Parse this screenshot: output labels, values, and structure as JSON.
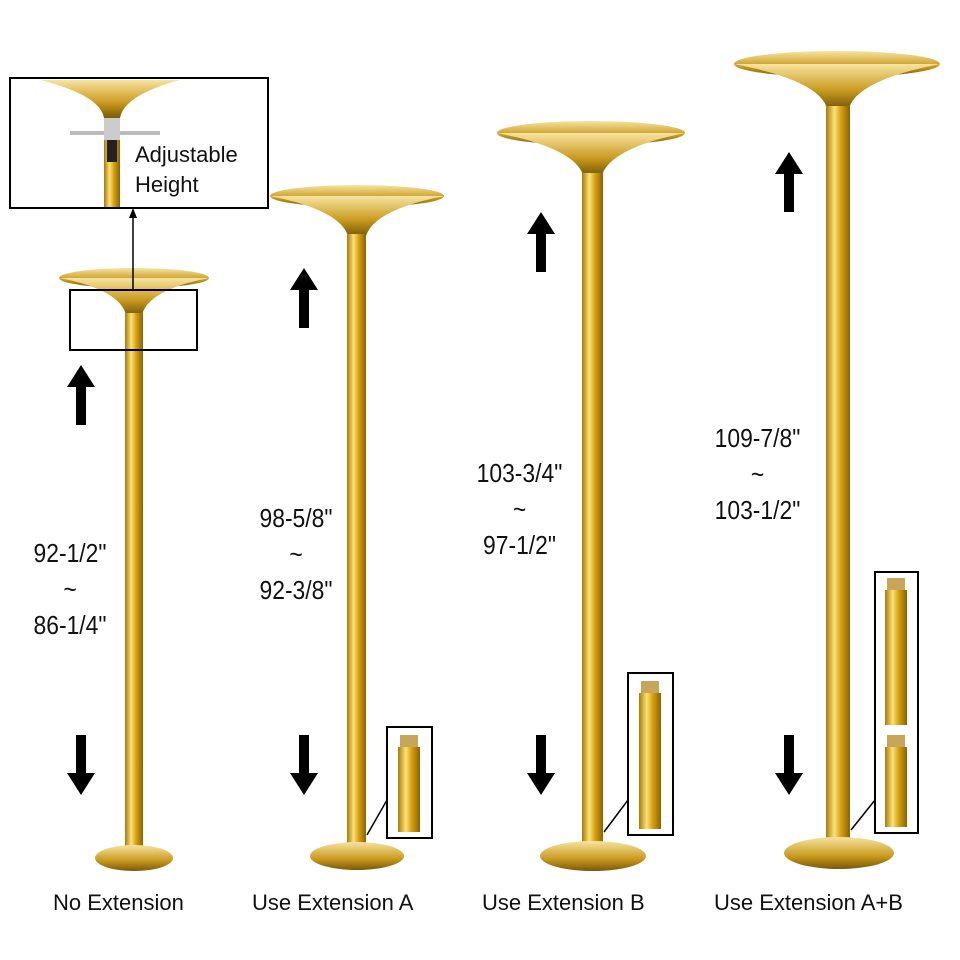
{
  "colors": {
    "gold": "#d9a514",
    "gold_dark": "#a97a05",
    "gold_light": "#fbe27a",
    "arrow": "#000000"
  },
  "inset": {
    "label_line1": "Adjustable",
    "label_line2": "Height"
  },
  "configurations": [
    {
      "caption": "No Extension",
      "max": "92-1/2\"",
      "sep": "~",
      "min": "86-1/4\""
    },
    {
      "caption": "Use Extension A",
      "max": "98-5/8\"",
      "sep": "~",
      "min": "92-3/8\""
    },
    {
      "caption": "Use Extension B",
      "max": "103-3/4\"",
      "sep": "~",
      "min": "97-1/2\""
    },
    {
      "caption": "Use Extension A+B",
      "max": "109-7/8\"",
      "sep": "~",
      "min": "103-1/2\""
    }
  ]
}
